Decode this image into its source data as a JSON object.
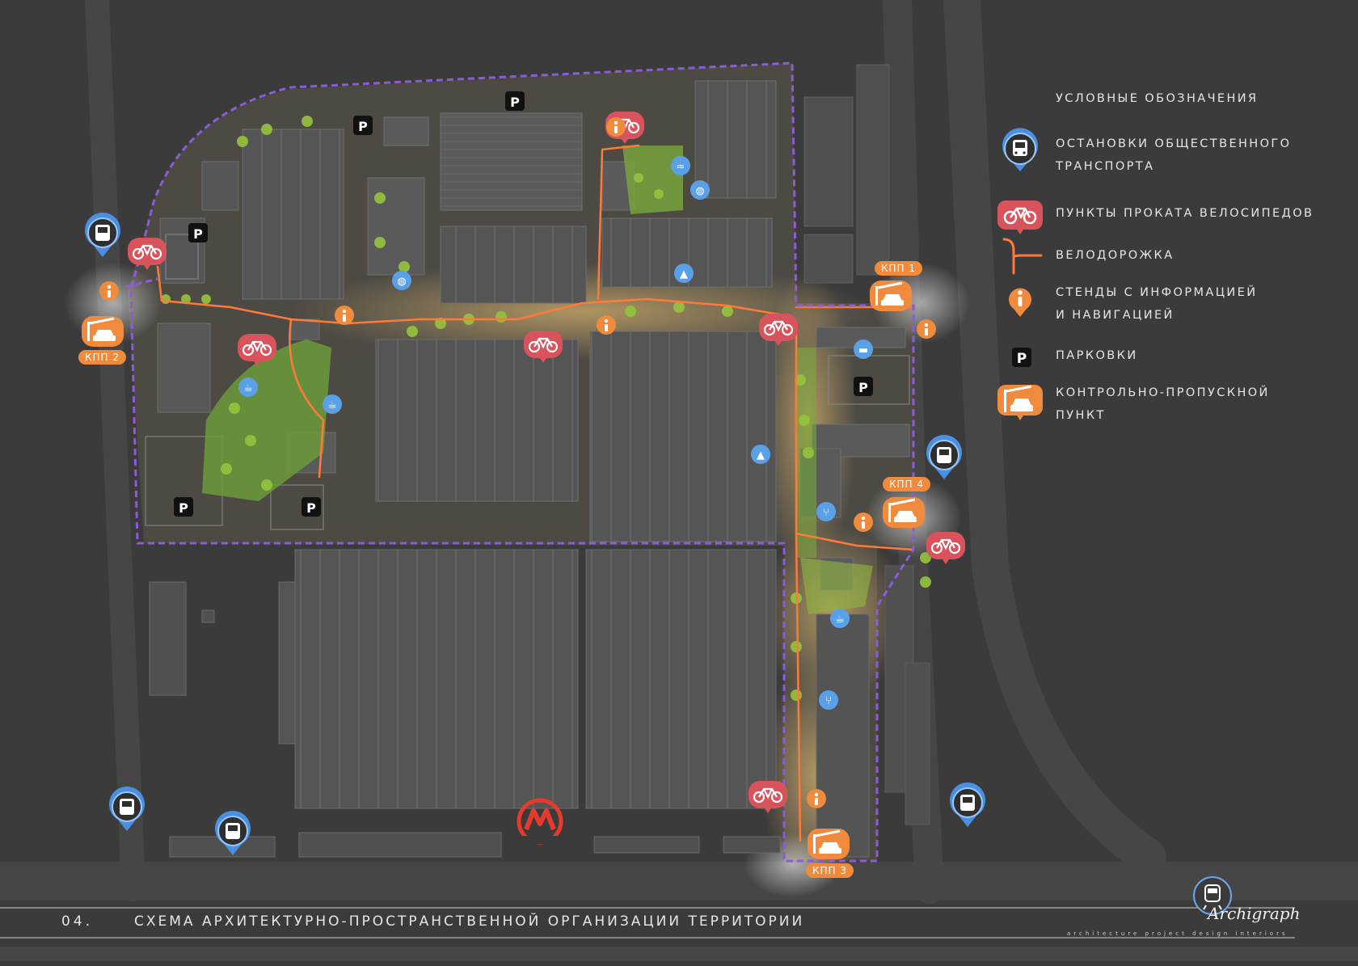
{
  "legend": {
    "title": "УСЛОВНЫЕ ОБОЗНАЧЕНИЯ",
    "items": [
      {
        "icon": "bus-stop-icon",
        "line1": "ОСТАНОВКИ ОБЩЕСТВЕННОГО",
        "line2": "ТРАНСПОРТА"
      },
      {
        "icon": "bike-rental-icon",
        "line1": "ПУНКТЫ ПРОКАТА ВЕЛОСИПЕДОВ",
        "line2": ""
      },
      {
        "icon": "bike-path-icon",
        "line1": "ВЕЛОДОРОЖКА",
        "line2": ""
      },
      {
        "icon": "info-stand-icon",
        "line1": "СТЕНДЫ С ИНФОРМАЦИЕЙ",
        "line2": "И НАВИГАЦИЕЙ"
      },
      {
        "icon": "parking-icon",
        "line1": "ПАРКОВКИ",
        "line2": ""
      },
      {
        "icon": "checkpoint-icon",
        "line1": "КОНТРОЛЬНО-ПРОПУСКНОЙ",
        "line2": "ПУНКТ"
      }
    ]
  },
  "checkpoints": [
    "КПП 1",
    "КПП 2",
    "КПП 3",
    "КПП 4"
  ],
  "footer": {
    "number": "04.",
    "title": "СХЕМА АРХИТЕКТУРНО-ПРОСТРАНСТВЕННОЙ ОРГАНИЗАЦИИ ТЕРРИТОРИИ"
  },
  "logo": {
    "word": "Archigraph",
    "tagline": "architecture project design interiors"
  },
  "colors": {
    "background": "#3b3b3b",
    "building": "#575757",
    "boundary": "#8a5cd6",
    "bike_path": "#ff7a3a",
    "bus_blue": "#4a90e2",
    "bike_red": "#d9535c",
    "info_orange": "#f08a3c",
    "parking_black": "#111111",
    "greenery": "#8ec63f",
    "metro_red": "#e53b2c"
  },
  "markers": {
    "metro": "metro-icon",
    "basketball": "basketball-icon",
    "pool": "pool-icon",
    "education": "education-icon",
    "cafe": "cafe-icon",
    "restaurant": "restaurant-icon",
    "hotel": "hotel-icon"
  }
}
